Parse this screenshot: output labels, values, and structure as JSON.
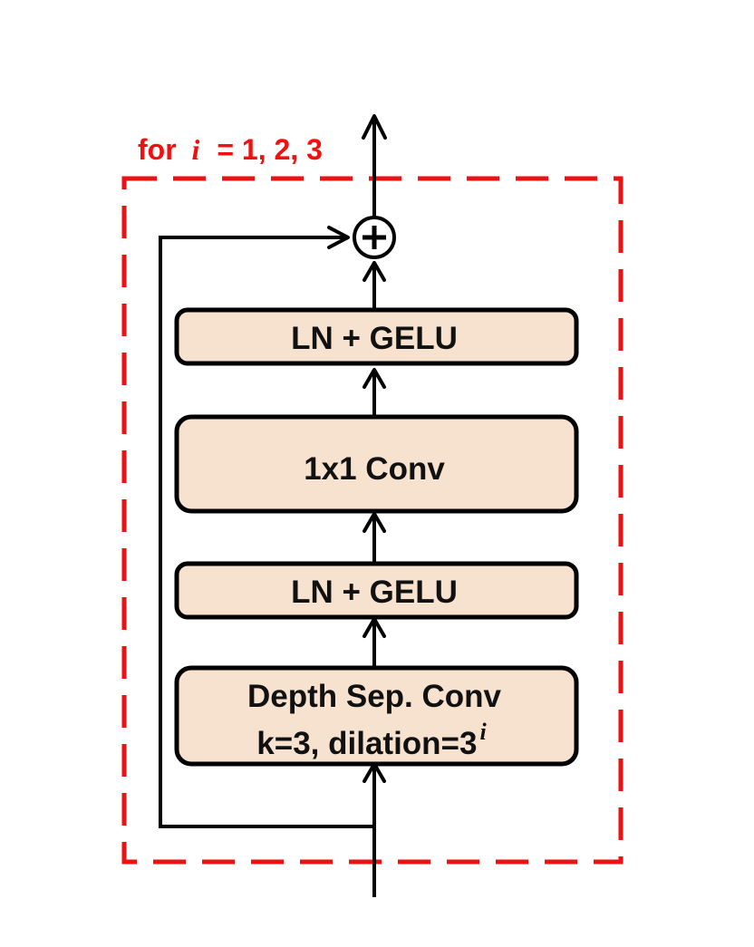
{
  "colors": {
    "loop_border": "#ee1111",
    "block_fill": "#f7e1cf",
    "stroke": "#000000",
    "text": "#111111"
  },
  "loop": {
    "prefix": "for",
    "variable": "i",
    "values": "= 1, 2, 3"
  },
  "sum_node": {
    "symbol": "+",
    "icon": "plus-circle-icon"
  },
  "blocks": {
    "ln_gelu_top": "LN + GELU",
    "conv_1x1": "1x1 Conv",
    "ln_gelu_bottom": "LN + GELU",
    "depth_sep_conv": {
      "line1": "Depth Sep. Conv",
      "line2_base": "k=3, dilation=3",
      "line2_exponent": "i"
    }
  }
}
